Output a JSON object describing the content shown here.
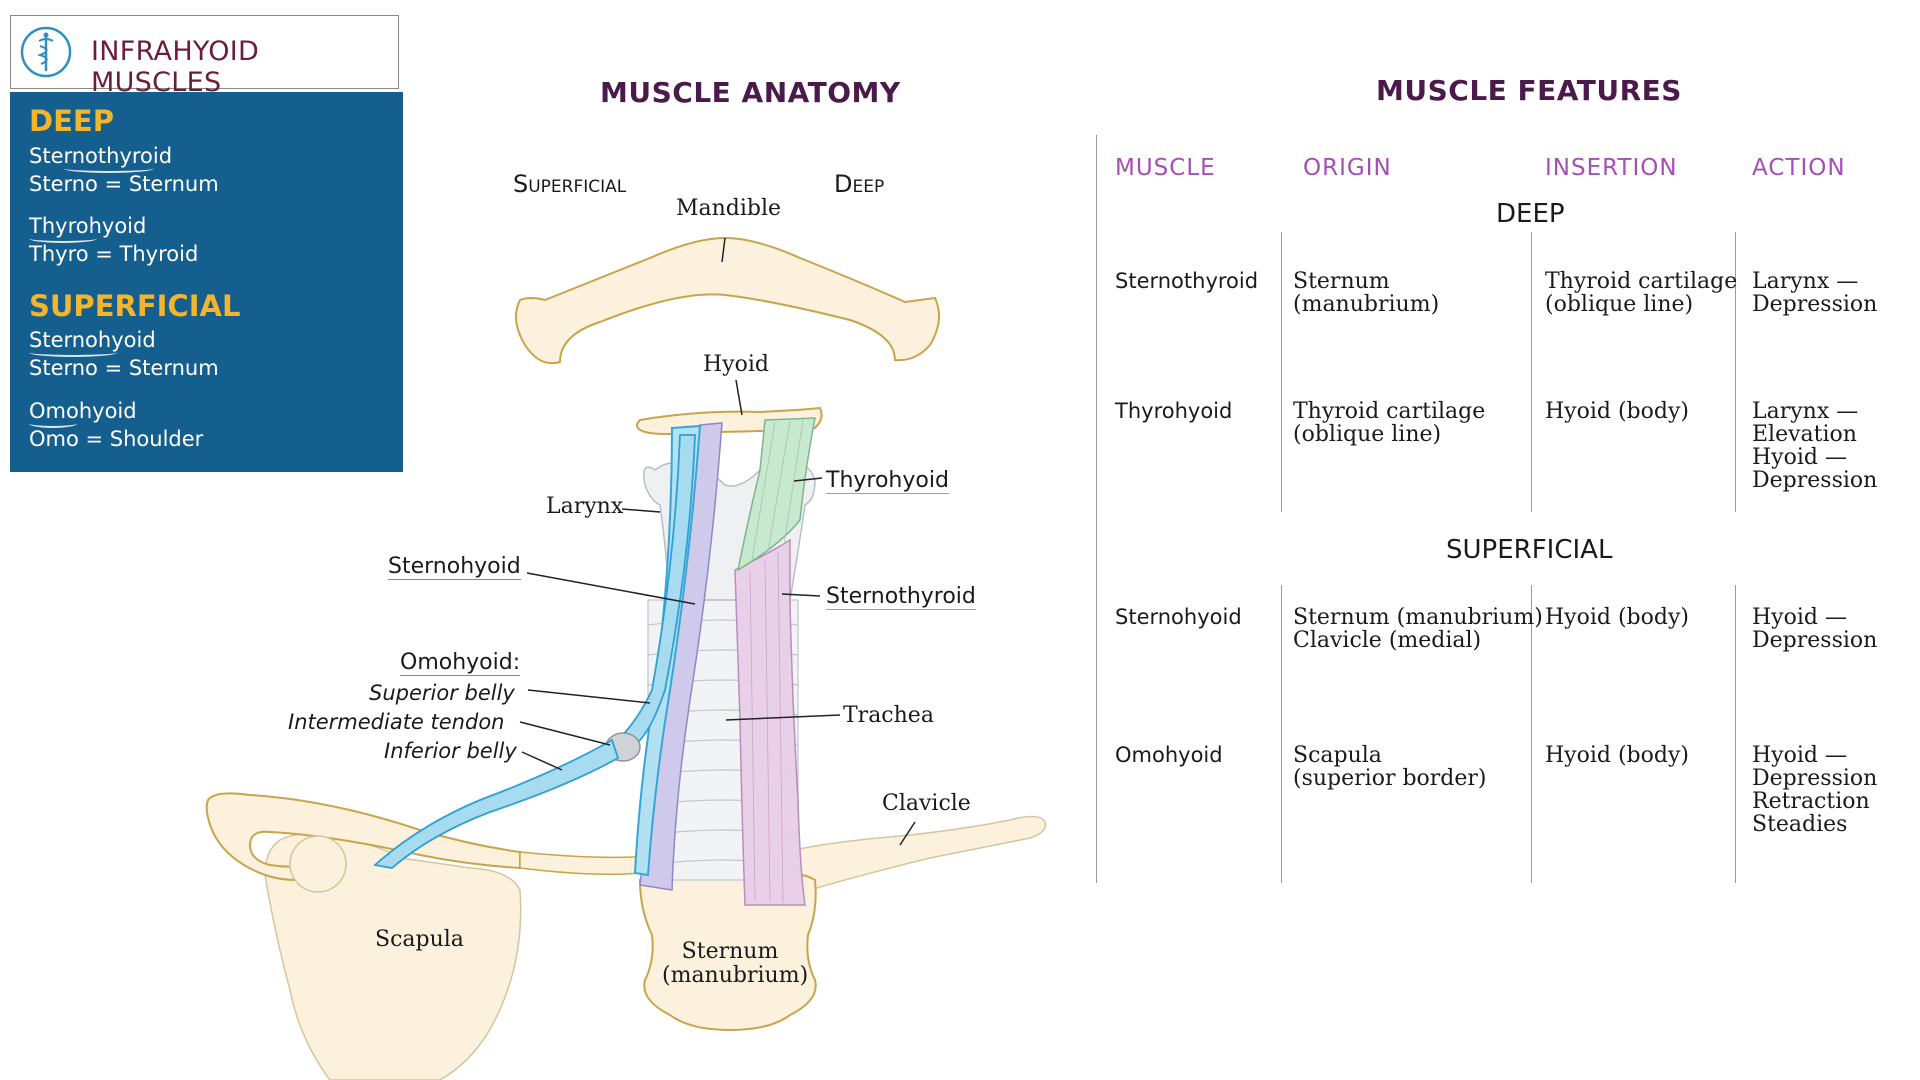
{
  "title_box": {
    "title": "INFRAHYOID MUSCLES"
  },
  "legend": {
    "deep_heading": "DEEP",
    "superficial_heading": "SUPERFICIAL",
    "deep": [
      {
        "name": "Sternothyroid",
        "meaning": "Sterno = Sternum"
      },
      {
        "name": "Thyrohyoid",
        "meaning": "Thyro = Thyroid"
      }
    ],
    "superficial": [
      {
        "name": "Sternohyoid",
        "meaning": "Sterno = Sternum"
      },
      {
        "name": "Omohyoid",
        "meaning": "Omo = Shoulder"
      }
    ]
  },
  "anatomy": {
    "heading": "MUSCLE ANATOMY",
    "superficial_label": "Superficial",
    "deep_label": "Deep",
    "labels": {
      "mandible": "Mandible",
      "hyoid": "Hyoid",
      "larynx": "Larynx",
      "thyrohyoid": "Thyrohyoid",
      "sternohyoid": "Sternohyoid",
      "sternothyroid": "Sternothyroid",
      "omohyoid": "Omohyoid:",
      "superior_belly": "Superior belly",
      "intermediate_tendon": "Intermediate tendon",
      "inferior_belly": "Inferior belly",
      "trachea": "Trachea",
      "clavicle": "Clavicle",
      "scapula": "Scapula",
      "sternum_line1": "Sternum",
      "sternum_line2": "(manubrium)"
    },
    "colors": {
      "sternohyoid": "#9fd8ee",
      "sternothyroid": "#e6c8e6",
      "thyrohyoid": "#c4e6cc",
      "omohyoid": "#8fd2ec",
      "deep_sternohyoid_band": "#c9c4e6",
      "bone_fill": "#fbf1dc",
      "bone_stroke": "#c9a44a"
    }
  },
  "features": {
    "heading": "MUSCLE FEATURES",
    "columns": [
      "MUSCLE",
      "ORIGIN",
      "INSERTION",
      "ACTION"
    ],
    "deep_heading": "DEEP",
    "superficial_heading": "SUPERFICIAL",
    "deep_rows": [
      {
        "muscle": "Sternothyroid",
        "origin": [
          "Sternum",
          "(manubrium)"
        ],
        "insertion": [
          "Thyroid cartilage",
          "(oblique line)"
        ],
        "action": [
          "Larynx —",
          "Depression"
        ]
      },
      {
        "muscle": "Thyrohyoid",
        "origin": [
          "Thyroid cartilage",
          "(oblique line)"
        ],
        "insertion": [
          "Hyoid (body)"
        ],
        "action": [
          "Larynx —",
          "Elevation",
          "Hyoid —",
          "Depression"
        ]
      }
    ],
    "superficial_rows": [
      {
        "muscle": "Sternohyoid",
        "origin": [
          "Sternum (manubrium)",
          "Clavicle (medial)"
        ],
        "insertion": [
          "Hyoid (body)"
        ],
        "action": [
          "Hyoid —",
          "Depression"
        ]
      },
      {
        "muscle": "Omohyoid",
        "origin": [
          "Scapula",
          "(superior border)"
        ],
        "insertion": [
          "Hyoid (body)"
        ],
        "action": [
          "Hyoid —",
          "Depression",
          "Retraction",
          "Steadies"
        ]
      }
    ]
  }
}
